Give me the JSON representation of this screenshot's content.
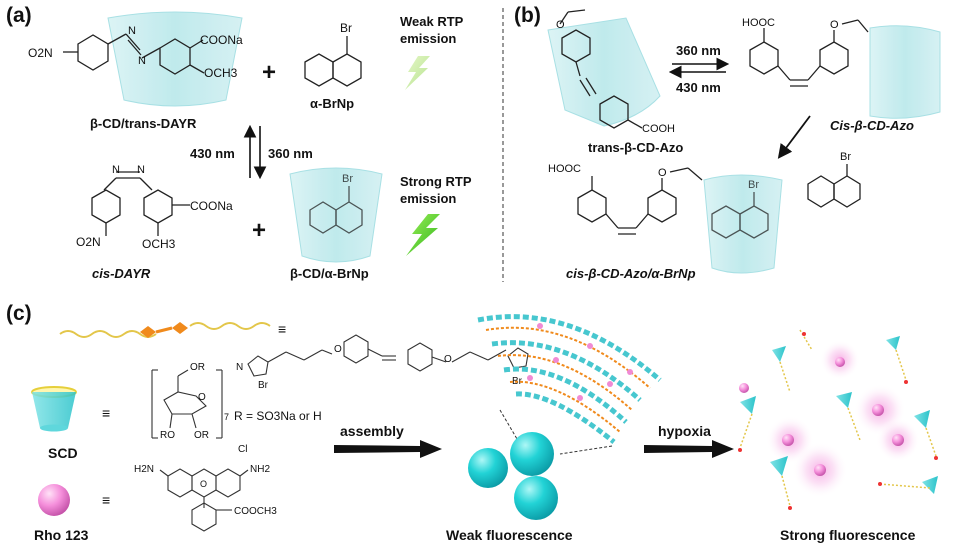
{
  "panels": {
    "a": {
      "tag": "(a)",
      "trans_complex": "β-CD/trans-DAYR",
      "cis_dye": "cis-DAYR",
      "guest_name": "α-BrNp",
      "complex2": "β-CD/α-BrNp",
      "weak_label": [
        "Weak RTP",
        "emission"
      ],
      "strong_label": [
        "Strong RTP",
        "emission"
      ],
      "wl_up": "430 nm",
      "wl_down": "360 nm",
      "plus": "+",
      "groups": {
        "no2": "O2N",
        "coona": "COONa",
        "och3": "OCH3",
        "br": "Br",
        "n": "N"
      }
    },
    "b": {
      "tag": "(b)",
      "trans_label": "trans-β-CD-Azo",
      "cis_label": "Cis-β-CD-Azo",
      "complex_label": "cis-β-CD-Azo/α-BrNp",
      "wl_fwd": "360 nm",
      "wl_back": "430 nm",
      "groups": {
        "hooc": "HOOC",
        "cooh": "COOH",
        "o": "O",
        "br": "Br"
      }
    },
    "c": {
      "tag": "(c)",
      "equiv": "≡",
      "scd_label": "SCD",
      "rho_label": "Rho 123",
      "r_def": "R = SO3Na or H",
      "assembly": "assembly",
      "hypoxia": "hypoxia",
      "weak": "Weak fluorescence",
      "strong": "Strong fluorescence",
      "groups": {
        "br": "Br",
        "cl": "Cl",
        "h2n": "H2N",
        "nh2": "NH2",
        "cooch3": "COOCH3",
        "or": "OR",
        "ro": "RO",
        "o": "O",
        "n": "N",
        "seven": "7"
      }
    }
  },
  "colors": {
    "cd_fill": "#bfe9ec",
    "cd_stroke": "#8fd6dc",
    "sphere": "#1fd0d6",
    "pink": "#f08ad4",
    "orange": "#f08a1c",
    "yellow": "#e8d84a",
    "green": "#6bd13a"
  }
}
